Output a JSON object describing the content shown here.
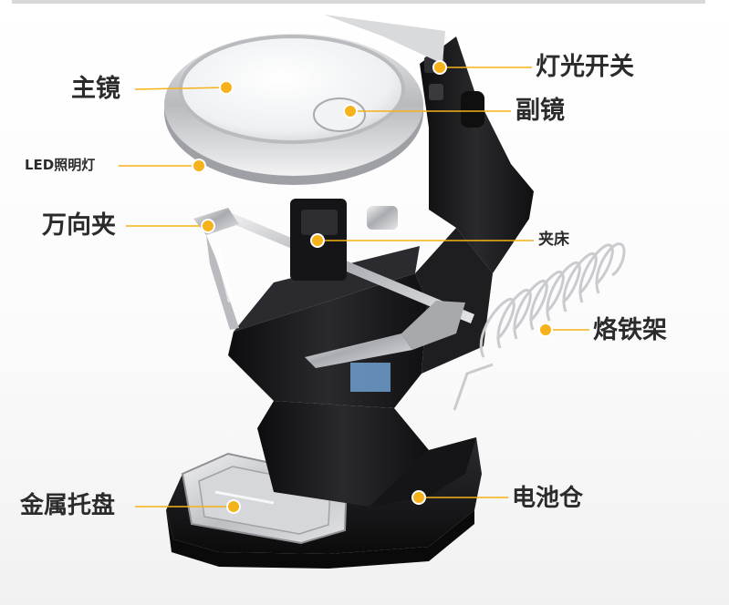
{
  "callouts": {
    "main_lens": "主镜",
    "led_light": "LED照明灯",
    "universal_clamp": "万向夹",
    "metal_tray": "金属托盘",
    "light_switch": "灯光开关",
    "secondary_lens": "副镜",
    "vise": "夹床",
    "soldering_holder": "烙铁架",
    "battery_compartment": "电池仓"
  },
  "colors": {
    "accent": "#f5b21a",
    "label_text": "#2b2b2b",
    "body_black": "#1b1b1d",
    "chrome": "#c9cbcf"
  }
}
